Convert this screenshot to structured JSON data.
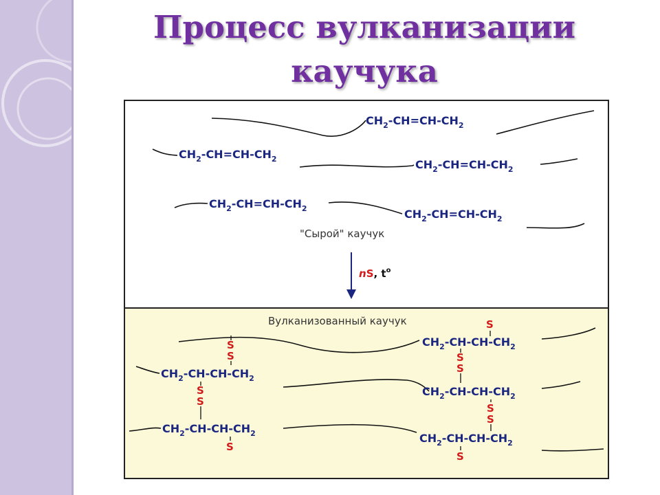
{
  "title": {
    "line1": "Процесс вулканизации",
    "line2": "каучука"
  },
  "raw": {
    "caption": "\"Сырой\" каучук",
    "formula": "CH2-CH=CH-CH2"
  },
  "reaction": {
    "n": "n",
    "s": "S",
    "sep": ", ",
    "t": "t",
    "degree": "o"
  },
  "vulcanized": {
    "caption": "Вулканизованный каучук",
    "formula": "CH2-CH-CH-CH2",
    "sulfur": "S"
  },
  "colors": {
    "title": "#7030a0",
    "formula": "#1a2680",
    "sulfur": "#d21a1a",
    "panel_bottom": "#fbf9d8",
    "sidebar": "#cdc2e0"
  }
}
